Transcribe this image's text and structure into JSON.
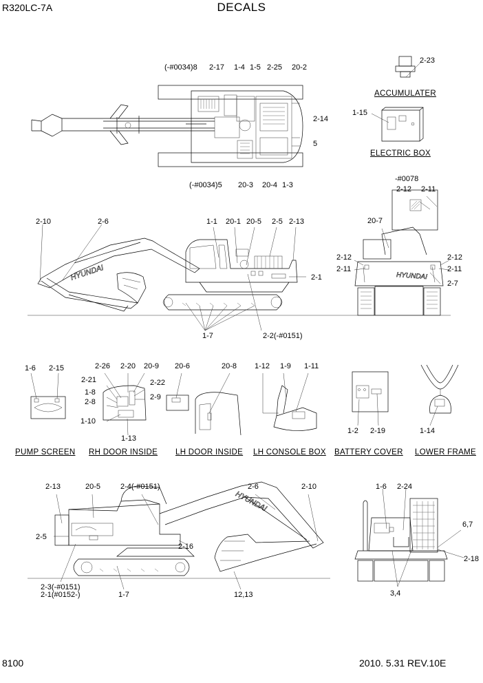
{
  "header": {
    "model": "R320LC-7A",
    "title": "DECALS"
  },
  "footer": {
    "page_number": "8100",
    "revision": "2010. 5.31  REV.10E"
  },
  "sections": {
    "accumulater": "ACCUMULATER",
    "electric_box": "ELECTRIC BOX",
    "pump_screen": "PUMP SCREEN",
    "rh_door_inside": "RH DOOR INSIDE",
    "lh_door_inside": "LH DOOR INSIDE",
    "lh_console_box": "LH CONSOLE BOX",
    "battery_cover": "BATTERY COVER",
    "lower_frame": "LOWER FRAME"
  },
  "brand_mark": "HYUNDAI",
  "callouts": {
    "top_view": [
      "(-#0034)8",
      "2-17",
      "1-4",
      "1-5",
      "2-25",
      "20-2",
      "2-14",
      "5",
      "(-#0034)5",
      "20-3",
      "20-4",
      "1-3"
    ],
    "accumulater": [
      "2-23"
    ],
    "electric_box": [
      "1-15"
    ],
    "serial_note": "-#0078",
    "rear_detail": [
      "2-12",
      "2-11"
    ],
    "rh_side": [
      "2-10",
      "2-6",
      "1-1",
      "20-1",
      "20-5",
      "2-5",
      "2-13",
      "2-1",
      "1-7",
      "2-2(-#0151)"
    ],
    "rear_view": [
      "20-7",
      "2-12",
      "2-11",
      "2-12",
      "2-11",
      "2-7"
    ],
    "pump_screen": [
      "1-6",
      "2-15"
    ],
    "rh_door": [
      "2-26",
      "2-20",
      "20-9",
      "2-21",
      "2-22",
      "1-8",
      "2-9",
      "2-8",
      "1-10",
      "1-13"
    ],
    "lh_door": [
      "20-6",
      "20-8"
    ],
    "lh_console": [
      "1-12",
      "1-9",
      "1-11"
    ],
    "battery": [
      "1-2",
      "2-19"
    ],
    "lower_frame": [
      "1-14"
    ],
    "lh_side": [
      "2-13",
      "20-5",
      "2-4(-#0151)",
      "2-6",
      "2-10",
      "2-5",
      "2-16",
      "2-3(-#0151)",
      "2-1(#0152-)",
      "1-7",
      "12,13"
    ],
    "front_view": [
      "1-6",
      "2-24",
      "6,7",
      "2-18",
      "3,4"
    ]
  }
}
